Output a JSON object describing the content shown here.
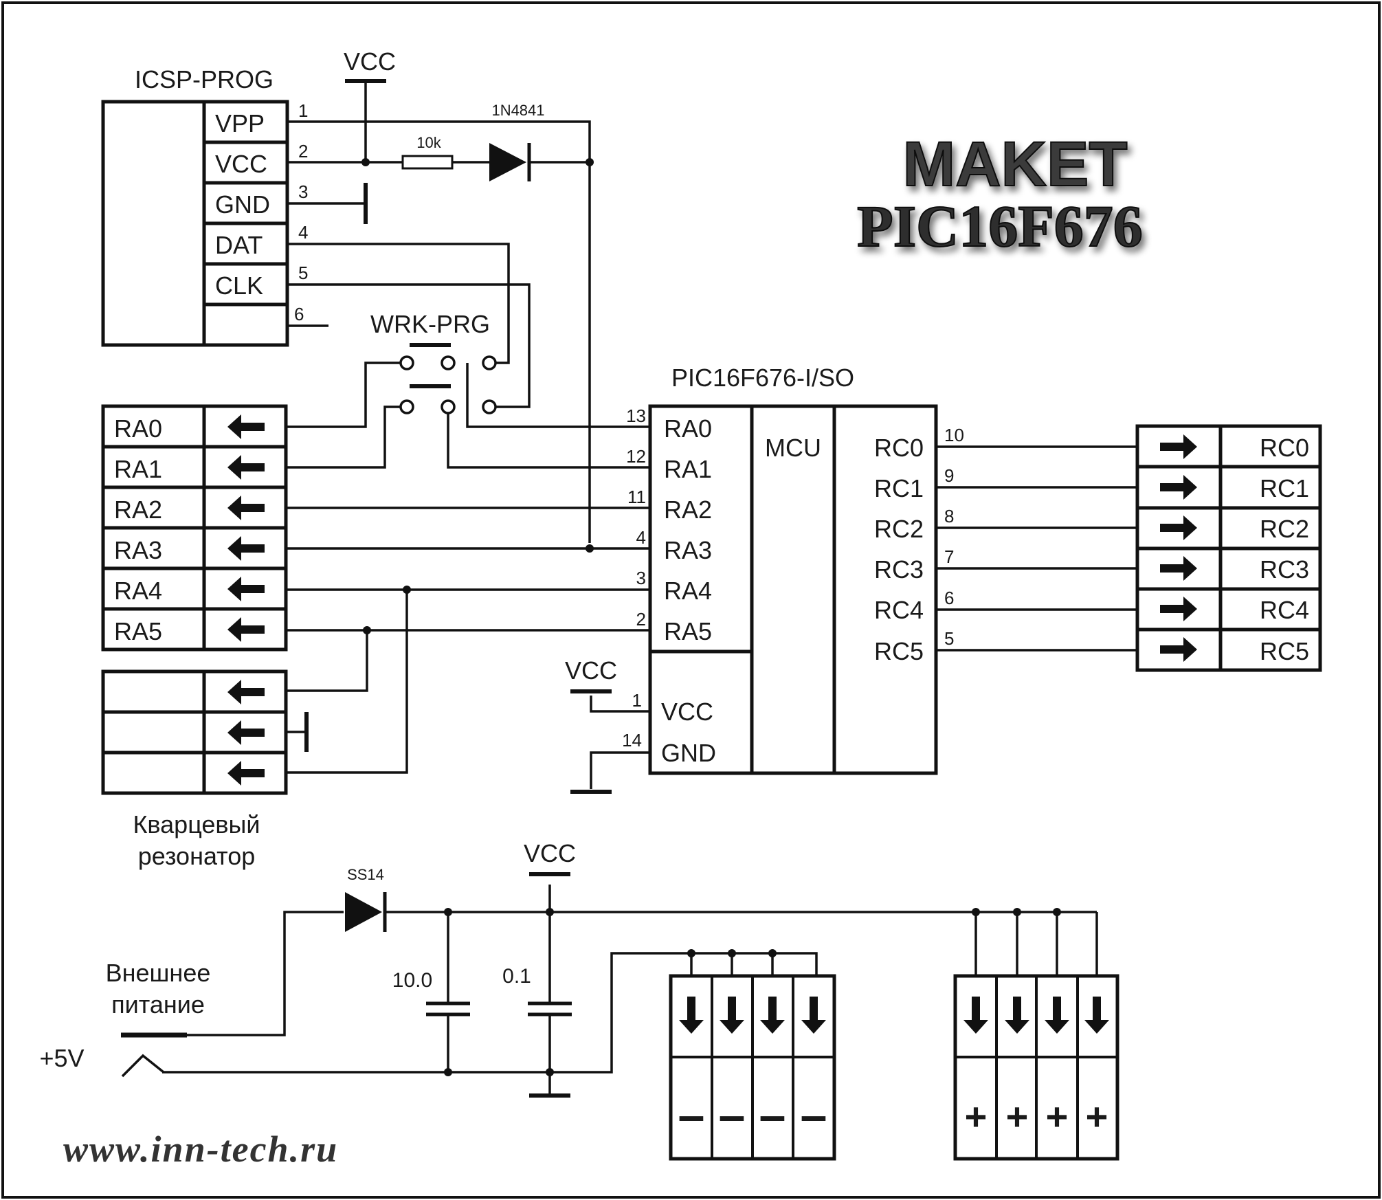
{
  "title": {
    "line1": "MAKET",
    "line2": "PIC16F676"
  },
  "icsp": {
    "header": "ICSP-PROG",
    "pins": [
      {
        "label": "VPP",
        "num": "1"
      },
      {
        "label": "VCC",
        "num": "2"
      },
      {
        "label": "GND",
        "num": "3"
      },
      {
        "label": "DAT",
        "num": "4"
      },
      {
        "label": "CLK",
        "num": "5"
      },
      {
        "label": "",
        "num": "6"
      }
    ]
  },
  "vcc_label": "VCC",
  "resistor_label": "10k",
  "diode_label": "1N4841",
  "switch_label": "WRK-PRG",
  "mcu": {
    "name": "PIC16F676-I/SO",
    "core_label": "MCU",
    "ra_pins": [
      {
        "label": "RA0",
        "num": "13"
      },
      {
        "label": "RA1",
        "num": "12"
      },
      {
        "label": "RA2",
        "num": "11"
      },
      {
        "label": "RA3",
        "num": "4"
      },
      {
        "label": "RA4",
        "num": "3"
      },
      {
        "label": "RA5",
        "num": "2"
      }
    ],
    "power_pins": [
      {
        "label": "VCC",
        "num": "1"
      },
      {
        "label": "GND",
        "num": "14"
      }
    ],
    "rc_pins": [
      {
        "label": "RC0",
        "num": "10"
      },
      {
        "label": "RC1",
        "num": "9"
      },
      {
        "label": "RC2",
        "num": "8"
      },
      {
        "label": "RC3",
        "num": "7"
      },
      {
        "label": "RC4",
        "num": "6"
      },
      {
        "label": "RC5",
        "num": "5"
      }
    ]
  },
  "left_connector": [
    "RA0",
    "RA1",
    "RA2",
    "RA3",
    "RA4",
    "RA5"
  ],
  "right_connector": [
    "RC0",
    "RC1",
    "RC2",
    "RC3",
    "RC4",
    "RC5"
  ],
  "crystal": {
    "line1": "Кварцевый",
    "line2": "резонатор"
  },
  "power": {
    "diode": "SS14",
    "cap1": "10.0",
    "cap2": "0.1",
    "ext_line1": "Внешнее",
    "ext_line2": "питание",
    "voltage": "+5V"
  },
  "rail_minus": "–",
  "rail_plus": "+",
  "website": "www.inn-tech.ru"
}
